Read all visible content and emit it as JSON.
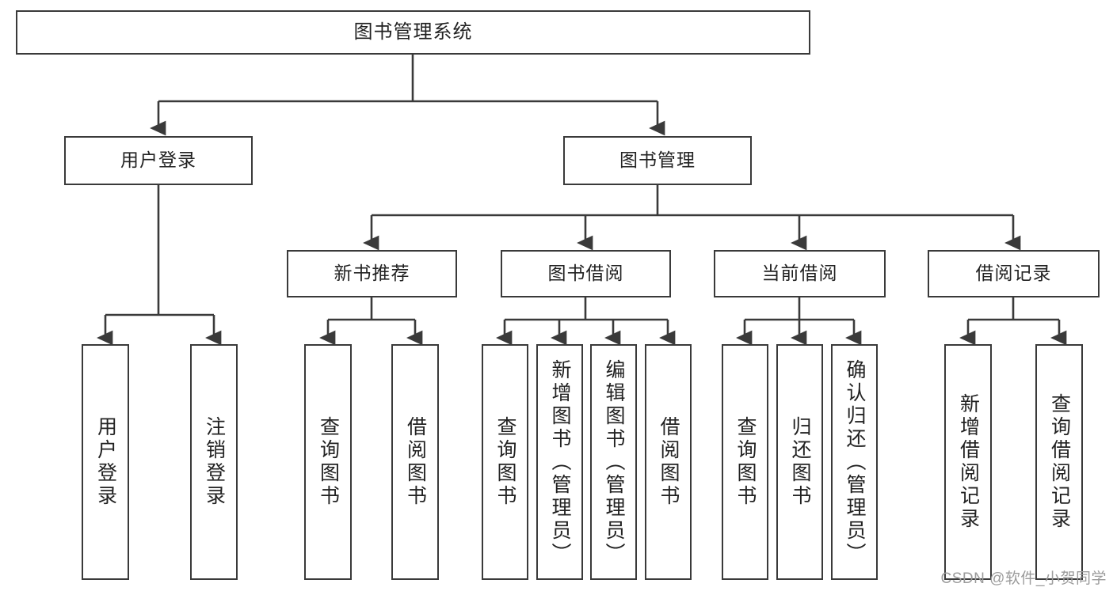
{
  "diagram": {
    "title": "图书管理系统",
    "type": "tree",
    "levels": {
      "root": "图书管理系统",
      "level2": [
        "用户登录",
        "图书管理"
      ],
      "level3": [
        "新书推荐",
        "图书借阅",
        "当前借阅",
        "借阅记录"
      ],
      "level4": [
        "用户登录",
        "注销登录",
        "查询图书",
        "借阅图书",
        "查询图书",
        "新增图书（管理员）",
        "编辑图书（管理员）",
        "借阅图书",
        "查询图书",
        "归还图书",
        "确认归还（管理员）",
        "新增借阅记录",
        "查询借阅记录"
      ]
    },
    "nodes": {
      "root": "图书管理系统",
      "user_login": "用户登录",
      "book_manage": "图书管理",
      "new_book_rec": "新书推荐",
      "book_borrow": "图书借阅",
      "current_borrow": "当前借阅",
      "borrow_record": "借阅记录",
      "leaf_user_login": "用户登录",
      "leaf_logout": "注销登录",
      "leaf_query_book_a": "查询图书",
      "leaf_borrow_book_a": "借阅图书",
      "leaf_query_book_b": "查询图书",
      "leaf_add_book": "新增图书（管理员）",
      "leaf_edit_book": "编辑图书（管理员）",
      "leaf_borrow_book_b": "借阅图书",
      "leaf_query_book_c": "查询图书",
      "leaf_return_book": "归还图书",
      "leaf_confirm_return": "确认归还（管理员）",
      "leaf_add_record": "新增借阅记录",
      "leaf_query_record": "查询借阅记录"
    },
    "watermark": "CSDN @软件_小贺同学",
    "colors": {
      "stroke": "#3a3a3a",
      "fill": "#ffffff",
      "text": "#222222",
      "watermark": "#9b9b9b"
    }
  }
}
